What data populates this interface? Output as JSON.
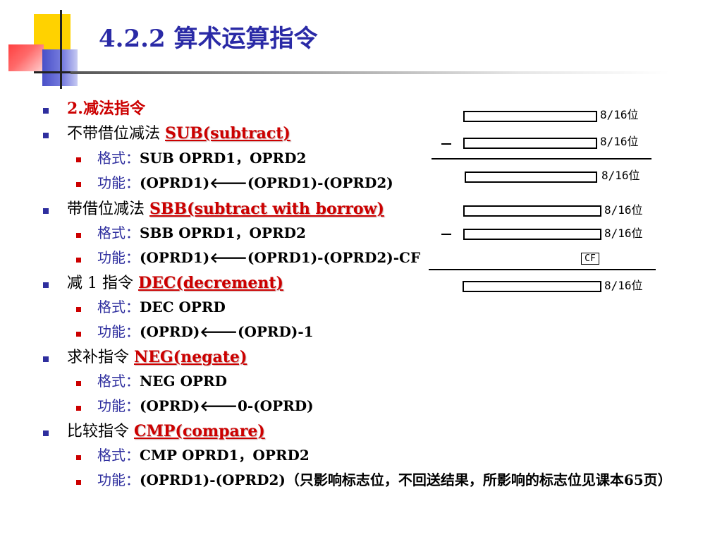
{
  "title": "4.2.2 算术运算指令",
  "items": [
    {
      "text": "2.减法指令"
    },
    {
      "text": "不带借位减法 ",
      "instr": "SUB(subtract)",
      "format_label": "格式：",
      "format": "SUB  OPRD1，OPRD2",
      "func_label": "功能：",
      "func": "(OPRD1)🡐(OPRD1)-(OPRD2)"
    },
    {
      "text": "带借位减法 ",
      "instr": "SBB(subtract with borrow)",
      "format_label": "格式：",
      "format": "SBB  OPRD1，OPRD2",
      "func_label": "功能：",
      "func": "(OPRD1)🡐(OPRD1)-(OPRD2)-CF"
    },
    {
      "text": "减 1 指令 ",
      "instr": "DEC(decrement)",
      "format_label": "格式：",
      "format": "DEC  OPRD",
      "func_label": "功能：",
      "func": "(OPRD)🡐(OPRD)-1"
    },
    {
      "text": "求补指令 ",
      "instr": "NEG(negate)",
      "format_label": "格式：",
      "format": "NEG  OPRD",
      "func_label": "功能：",
      "func": "(OPRD)🡐0-(OPRD)"
    },
    {
      "text": "比较指令 ",
      "instr": "CMP(compare)",
      "format_label": "格式：",
      "format": "CMP  OPRD1，OPRD2",
      "func_label": "功能：",
      "func": "(OPRD1)-(OPRD2)（只影响标志位，不回送结果，所影响的标志位见课本65页）"
    }
  ],
  "diagram": {
    "bits_label": "8/16位",
    "minus": "—",
    "cf": "CF"
  }
}
